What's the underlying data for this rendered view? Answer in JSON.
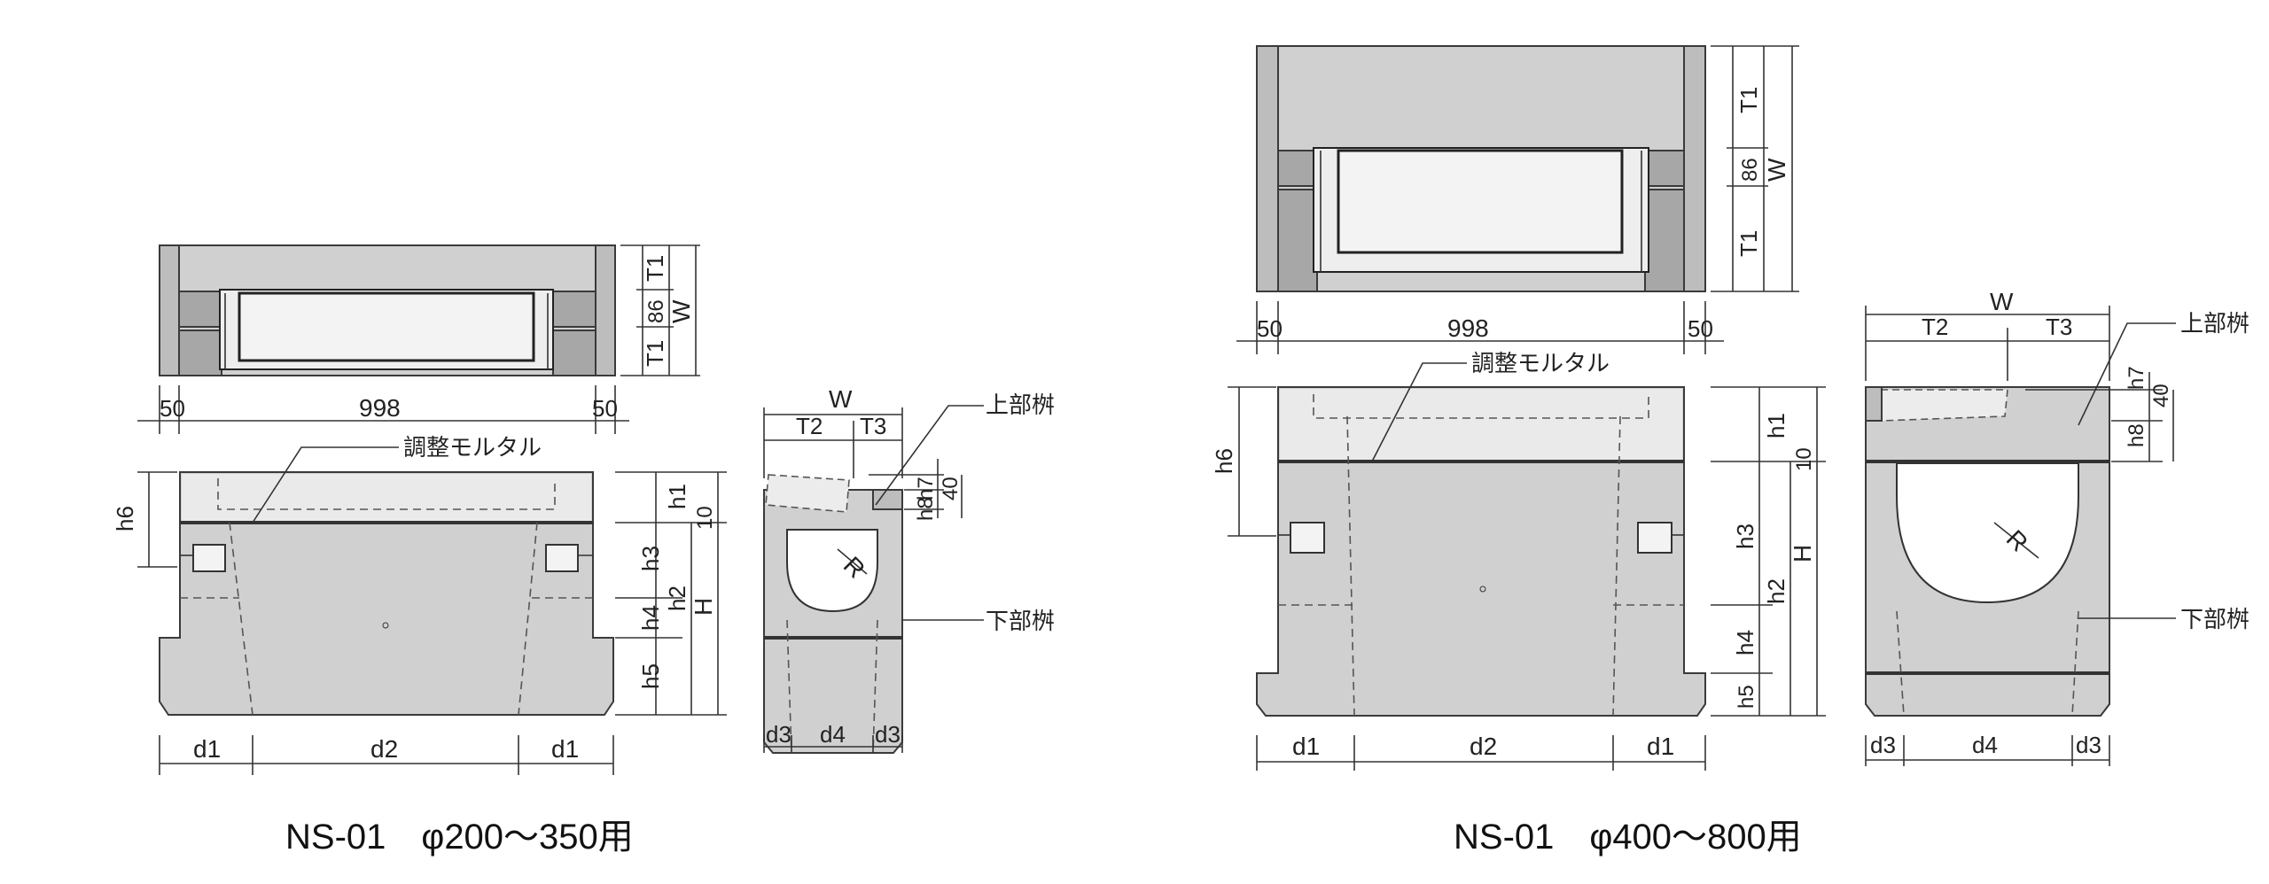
{
  "left": {
    "caption": "NS-01　φ200〜350用",
    "dims": {
      "t1_top": "T1",
      "d86": "86",
      "w_plan": "W",
      "t1_bottom": "T1",
      "d50_left": "50",
      "d998": "998",
      "d50_right": "50",
      "mortar": "調整モルタル",
      "h6": "h6",
      "h1": "h1",
      "d10": "10",
      "h3": "h3",
      "h2": "h2",
      "h4": "h4",
      "big_h": "H",
      "h5": "h5",
      "d1_left": "d1",
      "d2": "d2",
      "d1_right": "d1",
      "side_w": "W",
      "t2": "T2",
      "t3": "T3",
      "h7": "h7",
      "h8": "h8",
      "d40": "40",
      "r": "R",
      "upper": "上部桝",
      "lower": "下部桝",
      "d3_left": "d3",
      "d4": "d4",
      "d3_right": "d3"
    }
  },
  "right": {
    "caption": "NS-01　φ400〜800用",
    "dims": {
      "t1_top": "T1",
      "d86": "86",
      "w_plan": "W",
      "t1_bottom": "T1",
      "d50_left": "50",
      "d998": "998",
      "d50_right": "50",
      "mortar": "調整モルタル",
      "h6": "h6",
      "h1": "h1",
      "d10": "10",
      "h3": "h3",
      "h2": "h2",
      "h4": "h4",
      "big_h": "H",
      "h5": "h5",
      "d1_left": "d1",
      "d2": "d2",
      "d1_right": "d1",
      "side_w": "W",
      "t2": "T2",
      "t3": "T3",
      "h7": "h7",
      "h8": "h8",
      "d40": "40",
      "r": "R",
      "upper": "上部桝",
      "lower": "下部桝",
      "d3_left": "d3",
      "d4": "d4",
      "d3_right": "d3"
    }
  }
}
